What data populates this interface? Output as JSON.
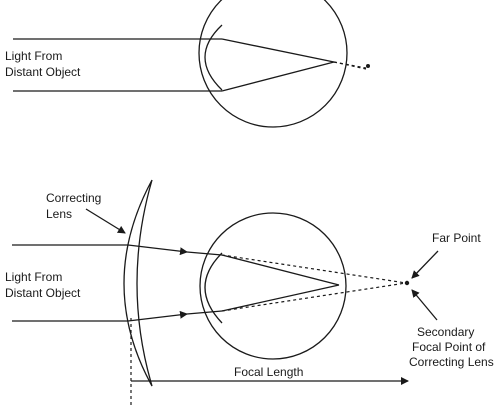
{
  "top_figure": {
    "light_label": [
      "Light From",
      "Distant Object"
    ]
  },
  "bottom_figure": {
    "correcting_lens_label": [
      "Correcting",
      "Lens"
    ],
    "light_label": [
      "Light From",
      "Distant Object"
    ],
    "far_point_label": "Far Point",
    "secondary_focal_label": [
      "Secondary",
      "Focal Point of",
      "Correcting Lens"
    ],
    "focal_length_label": "Focal Length"
  }
}
